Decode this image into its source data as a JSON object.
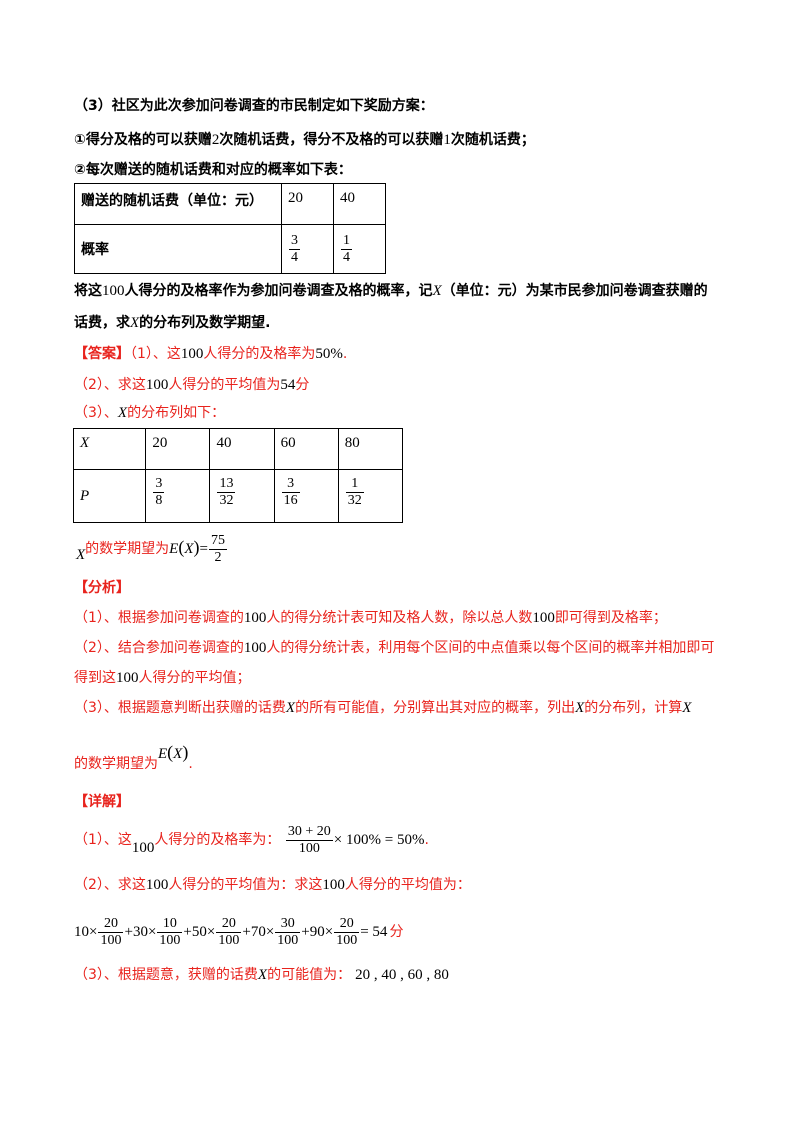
{
  "problem": {
    "line1": "（3）社区为此次参加问卷调查的市民制定如下奖励方案：",
    "line2": {
      "a": "①得分及格的可以获赠",
      "n1": "2",
      "b": "次随机话费，得分不及格的可以获赠",
      "n2": "1",
      "c": "次随机话费；"
    },
    "line3": "②每次赠送的随机话费和对应的概率如下表：",
    "table": {
      "header": "赠送的随机话费（单位：元）",
      "values": [
        "20",
        "40"
      ],
      "prob_label": "概率",
      "probs": [
        {
          "num": "3",
          "den": "4"
        },
        {
          "num": "1",
          "den": "4"
        }
      ]
    },
    "line4": {
      "a": "将这",
      "n": "100",
      "b": "人得分的及格率作为参加问卷调查及格的概率，记",
      "x": "X",
      "c": "（单位：元）为某市民参加问卷调查获赠的"
    },
    "line5": {
      "a": "话费，求",
      "x": "X",
      "b": "的分布列及数学期望."
    }
  },
  "answer": {
    "tag": "【答案】",
    "a1": {
      "a": "（1）、这",
      "n": "100",
      "b": "人得分的及格率为",
      "v": "50%",
      "c": "."
    },
    "a2": {
      "a": "（2）、求这",
      "n": "100",
      "b": "人得分的平均值为",
      "v": "54",
      "c": "分"
    },
    "a3": {
      "a": "（3）、",
      "x": "X",
      "b": "的分布列如下："
    },
    "dist": {
      "x_label": "X",
      "x_values": [
        "20",
        "40",
        "60",
        "80"
      ],
      "p_label": "P",
      "p_values": [
        {
          "num": "3",
          "den": "8"
        },
        {
          "num": "13",
          "den": "32"
        },
        {
          "num": "3",
          "den": "16"
        },
        {
          "num": "1",
          "den": "32"
        }
      ]
    },
    "expect": {
      "x": "X",
      "a": "的数学期望为",
      "e": "E",
      "ex": "X",
      "eq": "=",
      "num": "75",
      "den": "2"
    }
  },
  "analysis": {
    "tag": "【分析】",
    "p1": {
      "a": "（1）、根据参加问卷调查的",
      "n": "100",
      "b": "人的得分统计表可知及格人数，除以总人数",
      "n2": "100",
      "c": "即可得到及格率；"
    },
    "p2a": {
      "a": "（2）、结合参加问卷调查的",
      "n": "100",
      "b": "人的得分统计表，利用每个区间的中点值乘以每个区间的概率并相加即可"
    },
    "p2b": {
      "a": "得到这",
      "n": "100",
      "b": "人得分的平均值；"
    },
    "p3a": {
      "a": "（3）、根据题意判断出获赠的话费",
      "x": "X",
      "b": "的所有可能值，分别算出其对应的概率，列出",
      "x2": "X",
      "c": "的分布列，计算",
      "x3": "X"
    },
    "p3b": {
      "a": "的数学期望为",
      "e": "E",
      "ex": "X",
      "c": "."
    }
  },
  "detail": {
    "tag": "【详解】",
    "d1": {
      "a": "（1）、这",
      "n": "100",
      "b": "人得分的及格率为：",
      "num": "30 + 20",
      "den": "100",
      "rest": "× 100% = 50%",
      "c": "."
    },
    "d2": {
      "a": "（2）、求这",
      "n": "100",
      "b": "人得分的平均值为：求这",
      "n2": "100",
      "c": "人得分的平均值为："
    },
    "d3": {
      "terms": [
        {
          "c": "10",
          "num": "20",
          "den": "100"
        },
        {
          "c": "30",
          "num": "10",
          "den": "100"
        },
        {
          "c": "50",
          "num": "20",
          "den": "100"
        },
        {
          "c": "70",
          "num": "30",
          "den": "100"
        },
        {
          "c": "90",
          "num": "20",
          "den": "100"
        }
      ],
      "times": "×",
      "plus": "+",
      "result": "= 54",
      "unit": "分"
    },
    "d4": {
      "a": "（3）、根据题意，获赠的话费",
      "x": "X",
      "b": "的可能值为：",
      "vals": "20 , 40 , 60 , 80"
    }
  },
  "colors": {
    "text": "#000000",
    "answer": "#e8231d"
  }
}
